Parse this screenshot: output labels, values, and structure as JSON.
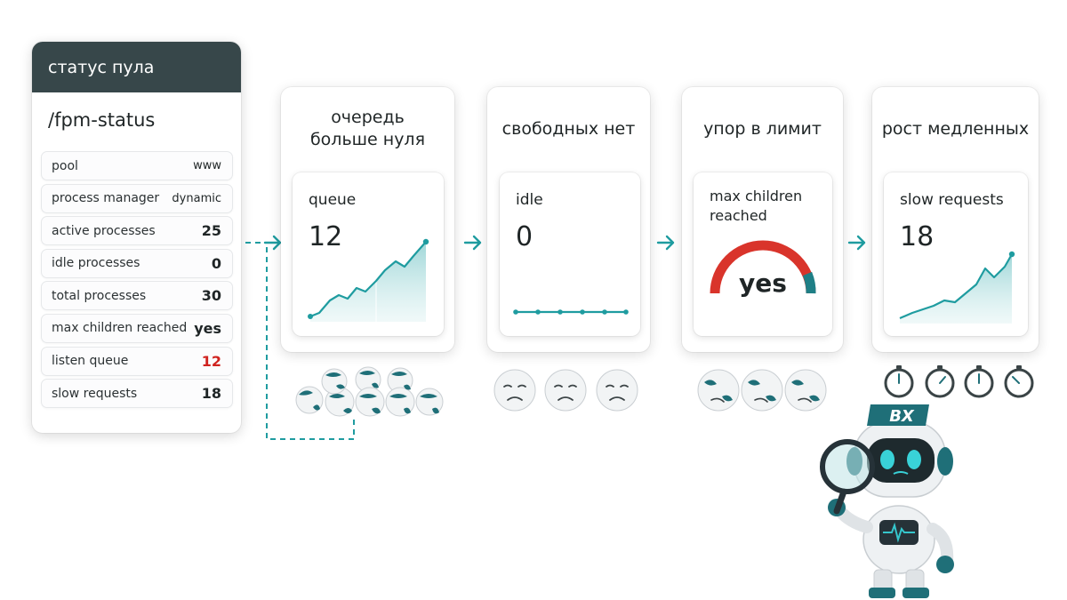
{
  "panel": {
    "title": "статус пула",
    "path": "/fpm-status",
    "rows": [
      {
        "label": "pool",
        "value": "www"
      },
      {
        "label": "process manager",
        "value": "dynamic"
      },
      {
        "label": "active processes",
        "value": "25"
      },
      {
        "label": "idle processes",
        "value": "0"
      },
      {
        "label": "total processes",
        "value": "30"
      },
      {
        "label": "max children reached",
        "value": "yes"
      },
      {
        "label": "listen queue",
        "value": "12"
      },
      {
        "label": "slow requests",
        "value": "18"
      }
    ]
  },
  "cards": [
    {
      "title": "очередь больше нуля",
      "metric": "queue",
      "value": "12"
    },
    {
      "title": "свободных нет",
      "metric": "idle",
      "value": "0"
    },
    {
      "title": "упор в лимит",
      "metric": "max children reached",
      "value": "yes"
    },
    {
      "title": "рост медленных",
      "metric": "slow requests",
      "value": "18"
    }
  ],
  "robot": {
    "badge": "BX"
  },
  "colors": {
    "teal": "#1f9ca0",
    "panel_header": "#37474a",
    "alert": "#d0231f",
    "gauge_red": "#d9342b"
  },
  "icons": [
    "queued-request-balls",
    "sad-face-balls",
    "worried-face-balls",
    "stopwatch-clocks",
    "robot-with-magnifier"
  ]
}
